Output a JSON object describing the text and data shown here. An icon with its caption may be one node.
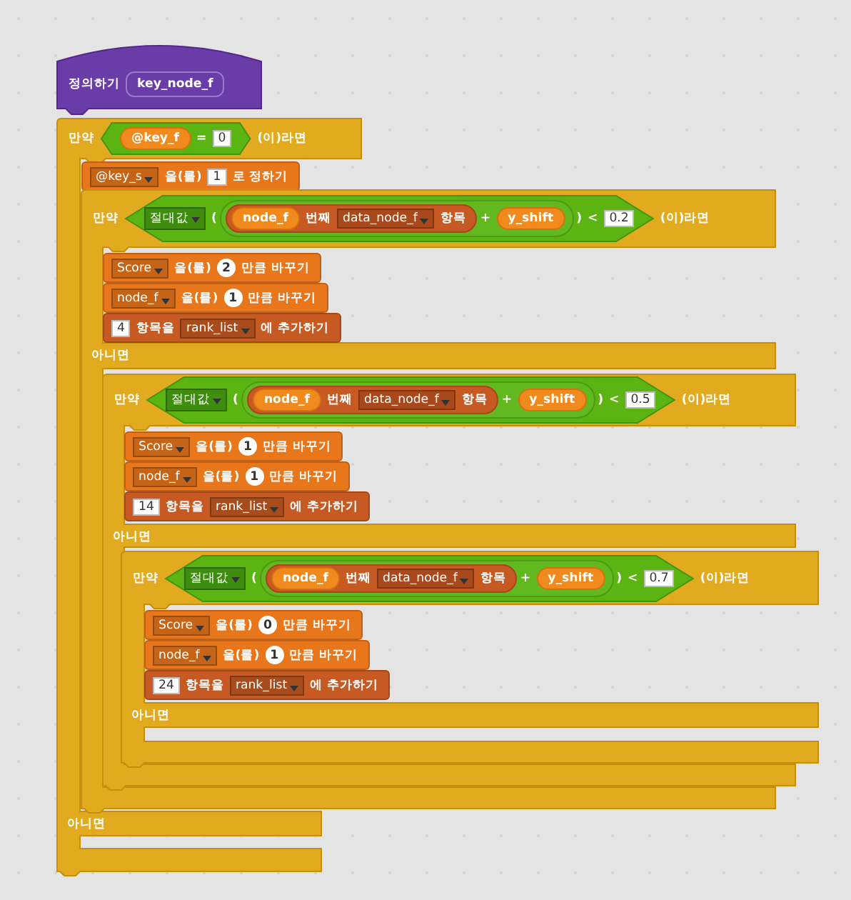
{
  "diagram": {
    "nodes": [
      {
        "text": [
          "정의하기",
          "key_node_f"
        ]
      },
      {
        "text": [
          "만약",
          "(이)라면",
          "아니면"
        ]
      },
      {
        "text": [
          "@key_f",
          "=",
          "0"
        ],
        "in": 1
      },
      {
        "text": [
          "@key_s",
          "을(를)",
          "1",
          "로 정하기"
        ],
        "in": 1
      },
      {
        "text": [
          "만약",
          "(이)라면",
          "아니면"
        ]
      },
      {
        "text": [
          "절대값",
          "(",
          "node_f",
          "번째",
          "data_node_f",
          "항목",
          "+",
          "y_shift",
          ")",
          "<",
          "0.2"
        ],
        "in": 4
      },
      {
        "text": [
          "Score",
          "을(를)",
          "2",
          "만큼 바꾸기"
        ],
        "in": 4
      },
      {
        "text": [
          "node_f",
          "을(를)",
          "1",
          "만큼 바꾸기"
        ],
        "in": 4
      },
      {
        "text": [
          "4",
          "항목을",
          "rank_list",
          "에 추가하기"
        ],
        "in": 4
      },
      {
        "text": [
          "만약",
          "(이)라면",
          "아니면"
        ]
      },
      {
        "text": [
          "절대값",
          "(",
          "node_f",
          "번째",
          "data_node_f",
          "항목",
          "+",
          "y_shift",
          ")",
          "<",
          "0.5"
        ],
        "in": 9
      },
      {
        "text": [
          "Score",
          "을(를)",
          "1",
          "만큼 바꾸기"
        ],
        "in": 9
      },
      {
        "text": [
          "node_f",
          "을(를)",
          "1",
          "만큼 바꾸기"
        ],
        "in": 9
      },
      {
        "text": [
          "14",
          "항목을",
          "rank_list",
          "에 추가하기"
        ],
        "in": 9
      },
      {
        "text": [
          "만약",
          "(이)라면",
          "아니면"
        ]
      },
      {
        "text": [
          "절대값",
          "(",
          "node_f",
          "번째",
          "data_node_f",
          "항목",
          "+",
          "y_shift",
          ")",
          "<",
          "0.7"
        ],
        "in": 14
      },
      {
        "text": [
          "Score",
          "을(를)",
          "0",
          "만큼 바꾸기"
        ],
        "in": 14
      },
      {
        "text": [
          "node_f",
          "을(를)",
          "1",
          "만큼 바꾸기"
        ],
        "in": 14
      },
      {
        "text": [
          "24",
          "항목을",
          "rank_list",
          "에 추가하기"
        ],
        "in": 14
      }
    ]
  }
}
